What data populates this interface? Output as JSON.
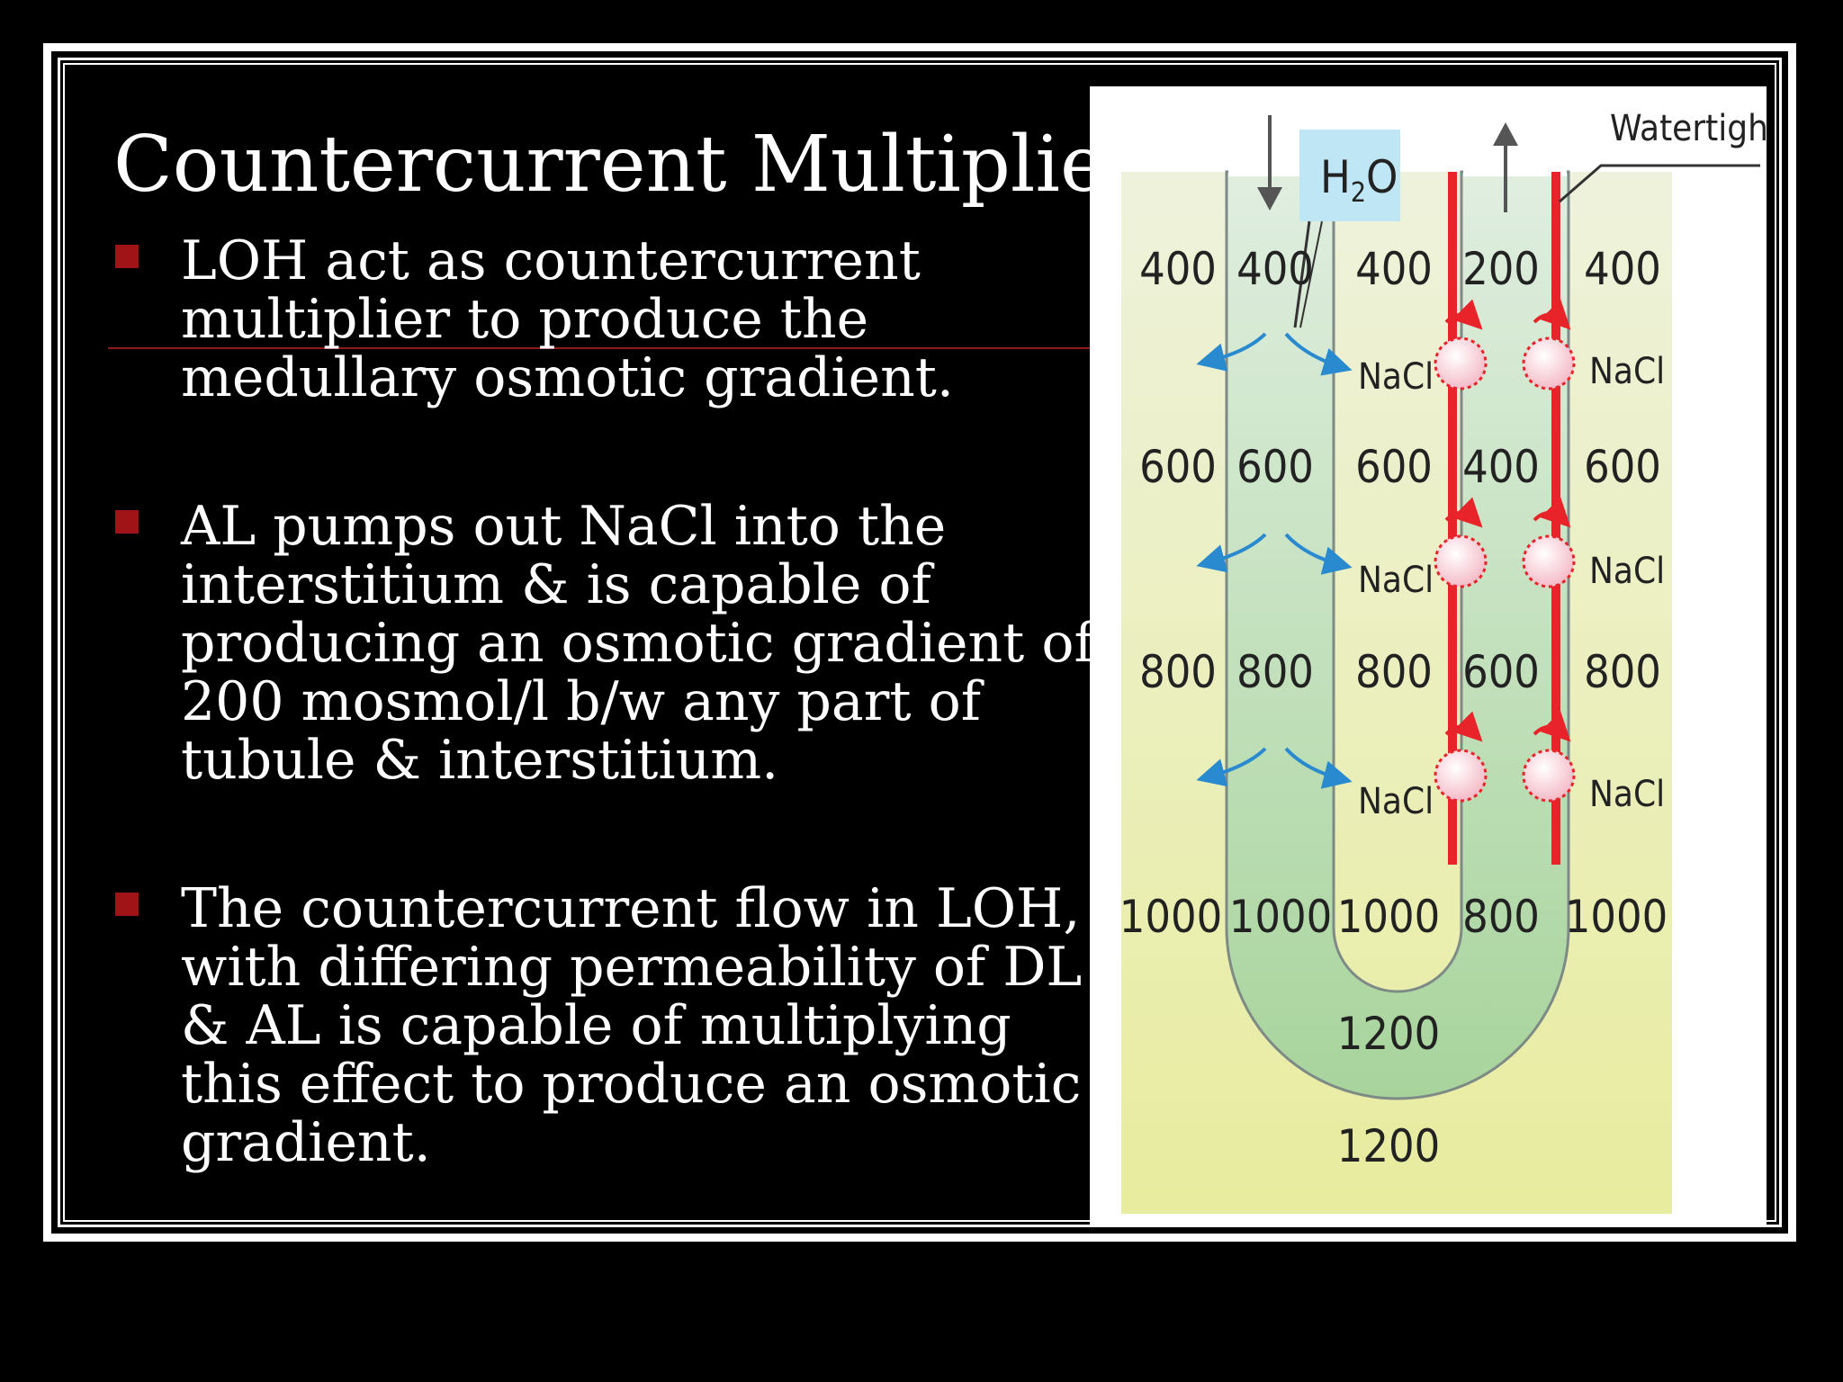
{
  "slide": {
    "title": "Countercurrent Multiplier",
    "bullets": [
      "LOH act as countercurrent multiplier to produce the medullary osmotic gradient.",
      "AL pumps out NaCl into the interstitium & is capable of producing an osmotic gradient of 200 mosmol/l b/w any part of tubule & interstitium.",
      "The countercurrent flow in LOH, with differing permeability of DL & AL is capable of multiplying this effect to produce an osmotic gradient."
    ]
  },
  "diagram": {
    "watertight_label": "Watertight",
    "water_label_main": "H",
    "water_label_sub": "2",
    "water_label_end": "O",
    "nacl_label": "NaCl",
    "rows": [
      {
        "interstitium_left": "400",
        "descending": "400",
        "interstitium_mid": "400",
        "ascending": "200",
        "interstitium_right": "400"
      },
      {
        "interstitium_left": "600",
        "descending": "600",
        "interstitium_mid": "600",
        "ascending": "400",
        "interstitium_right": "600"
      },
      {
        "interstitium_left": "800",
        "descending": "800",
        "interstitium_mid": "800",
        "ascending": "600",
        "interstitium_right": "800"
      },
      {
        "interstitium_left": "1000",
        "descending": "1000",
        "interstitium_mid": "1000",
        "ascending": "800",
        "interstitium_right": "1000"
      }
    ],
    "bend_value": "1200",
    "bottom_value": "1200",
    "colors": {
      "tubule_fill": "#b2d9b2",
      "background_top": "#eef2dc",
      "background_bottom": "#e8ec9e",
      "wall_red": "#e8242a",
      "water_arrow": "#2a8ad0",
      "label_box": "#bfe6f5"
    }
  }
}
